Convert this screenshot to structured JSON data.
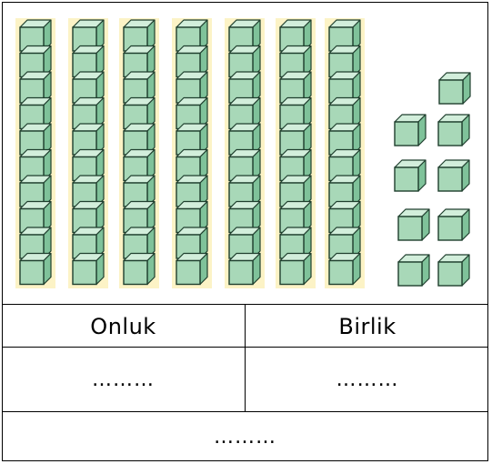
{
  "base_ten": {
    "tens_rods": 7,
    "units_per_rod": 10,
    "unit_cubes": 9,
    "colors": {
      "highlight": "#fcf3c6",
      "cube_front": "#a8d8b8",
      "cube_top": "#d2eedb",
      "cube_side": "#7fc29a",
      "cube_edge": "#1f3f2e"
    }
  },
  "table": {
    "tens_header": "Onluk",
    "ones_header": "Birlik",
    "tens_answer": "………",
    "ones_answer": "………",
    "number_answer": "………"
  }
}
